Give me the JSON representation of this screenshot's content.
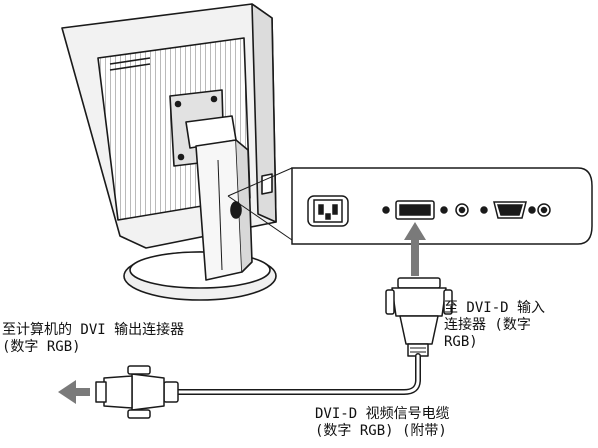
{
  "colors": {
    "line": "#1a1a1a",
    "monitor_fill": "#f2f2f2",
    "panel_fill": "#ffffff",
    "hatch": "#9a9a9a",
    "arrow": "#7a7a7a",
    "shadow": "#d4d4d4"
  },
  "labels": {
    "to_computer": {
      "line1": "至计算机的 DVI 输出连接器",
      "line2": "(数字 RGB)"
    },
    "to_monitor_input": {
      "line1": "至 DVI-D 输入",
      "line2": "连接器 (数字",
      "line3": "RGB)"
    },
    "cable": {
      "line1": "DVI-D 视频信号电缆",
      "line2": "(数字 RGB) (附带)"
    }
  },
  "icons": [
    "monitor-rear-illustration",
    "ac-in-socket-icon",
    "dvi-d-port-icon",
    "d-sub-port-icon",
    "dvi-d-plug-icon",
    "direction-arrow-icon"
  ]
}
